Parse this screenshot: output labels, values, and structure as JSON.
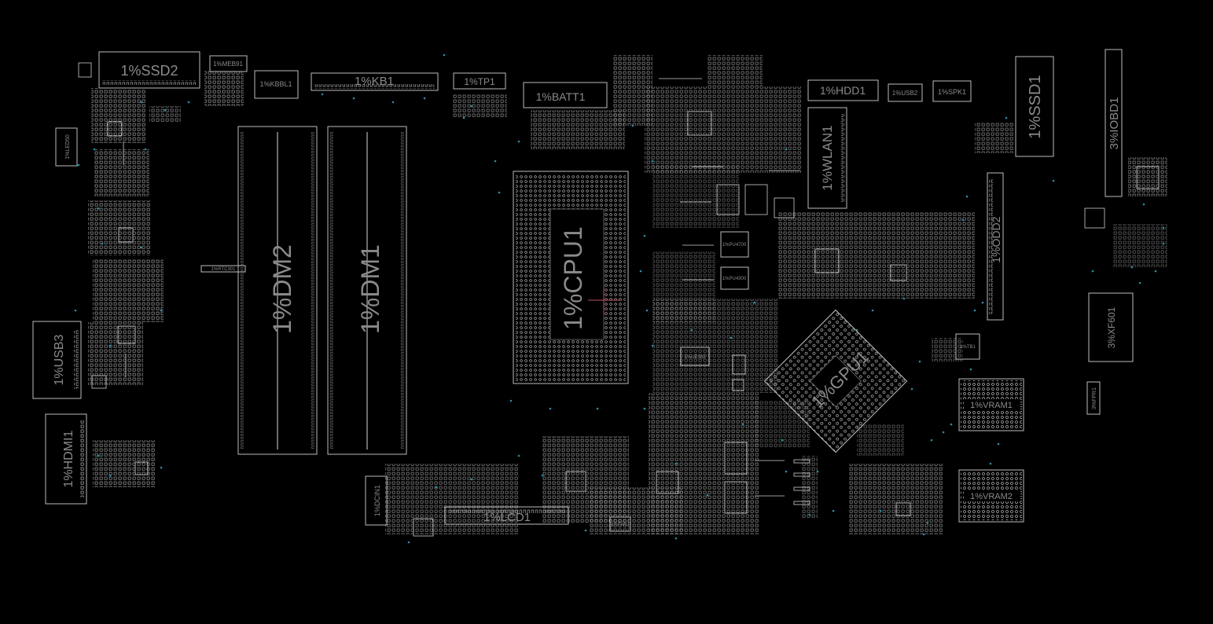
{
  "board": {
    "background": "#000000",
    "outline_color": "#bdbdbd",
    "label_color": "#8a8a8a",
    "via_color": "#2a8fa0",
    "marker_color": "#c05060"
  },
  "components": {
    "ssd2": "1%SSD2",
    "meb": "1%MEB91",
    "kbbl1": "1%KBBL1",
    "kb1": "1%KB1",
    "tp1": "1%TP1",
    "batt1": "1%BATT1",
    "hdd1": "1%HDD1",
    "usb2": "1%USB2",
    "spk1": "1%SPK1",
    "ssd1": "1%SSD1",
    "iobd1": "3%IOBD1",
    "wlan1": "1%WLAN1",
    "odd2": "1%ODD2",
    "usb3": "1%USB3",
    "hdmi1": "1%HDMI1",
    "dm2": "1%DM2",
    "dm1": "1%DM1",
    "cpu1": "1%CPU1",
    "gpu1": "1%GPU1",
    "vram1": "1%VRAM1",
    "vram2": "1%VRAM2",
    "xf601": "3%XF601",
    "fpr1": "3%FPR1",
    "dcin1": "1%DCIN1",
    "lcd1": "1%LCD1",
    "led": "1%LED50",
    "rtc": "1%RTC301",
    "pu4700": "1%PU4700",
    "pu4300": "1%PU4300",
    "ue302": "1%UE302",
    "fan1": "1%FAN1",
    "tb1": "1%TB1"
  }
}
